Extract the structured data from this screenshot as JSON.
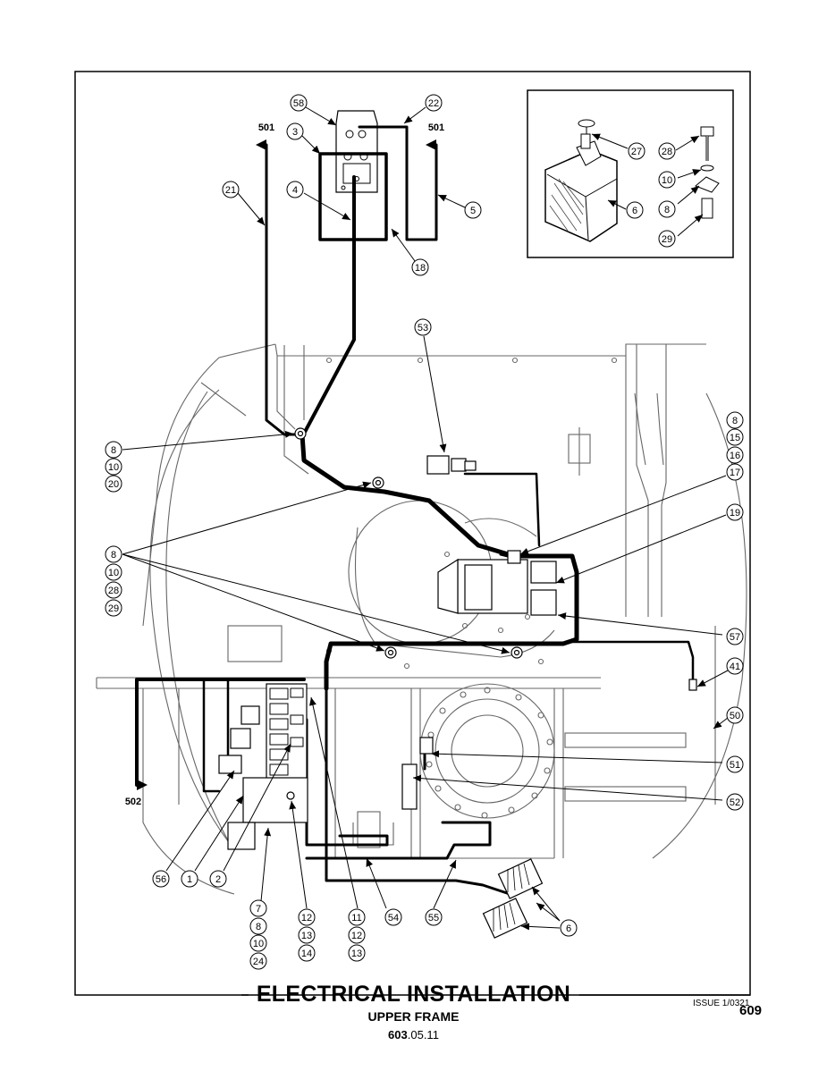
{
  "title": "ELECTRICAL INSTALLATION",
  "subtitle": "UPPER FRAME",
  "doc_number_bold": "603",
  "doc_number_rest": ".05.11",
  "issue": "ISSUE 1/0321",
  "page": "609",
  "arrow_labels": {
    "top_left": "501",
    "top_right": "501",
    "bottom_left": "502"
  },
  "callouts": {
    "c58": "58",
    "c22": "22",
    "c3": "3",
    "c4": "4",
    "c21": "21",
    "c5": "5",
    "c18": "18",
    "c27": "27",
    "c28": "28",
    "c10_inset": "10",
    "c6_inset": "6",
    "c8_inset": "8",
    "c29_inset": "29",
    "c53": "53",
    "c8_a": "8",
    "c10_a": "10",
    "c20": "20",
    "c8_r": "8",
    "c15": "15",
    "c16": "16",
    "c17": "17",
    "c19": "19",
    "c8_b": "8",
    "c10_b": "10",
    "c28_b": "28",
    "c29_b": "29",
    "c57": "57",
    "c41": "41",
    "c50": "50",
    "c51": "51",
    "c52": "52",
    "c56": "56",
    "c1": "1",
    "c2": "2",
    "c7": "7",
    "c8_c": "8",
    "c10_c": "10",
    "c24": "24",
    "c12_a": "12",
    "c13_a": "13",
    "c14": "14",
    "c11": "11",
    "c12_b": "12",
    "c13_b": "13",
    "c54": "54",
    "c55": "55",
    "c6_main": "6"
  }
}
